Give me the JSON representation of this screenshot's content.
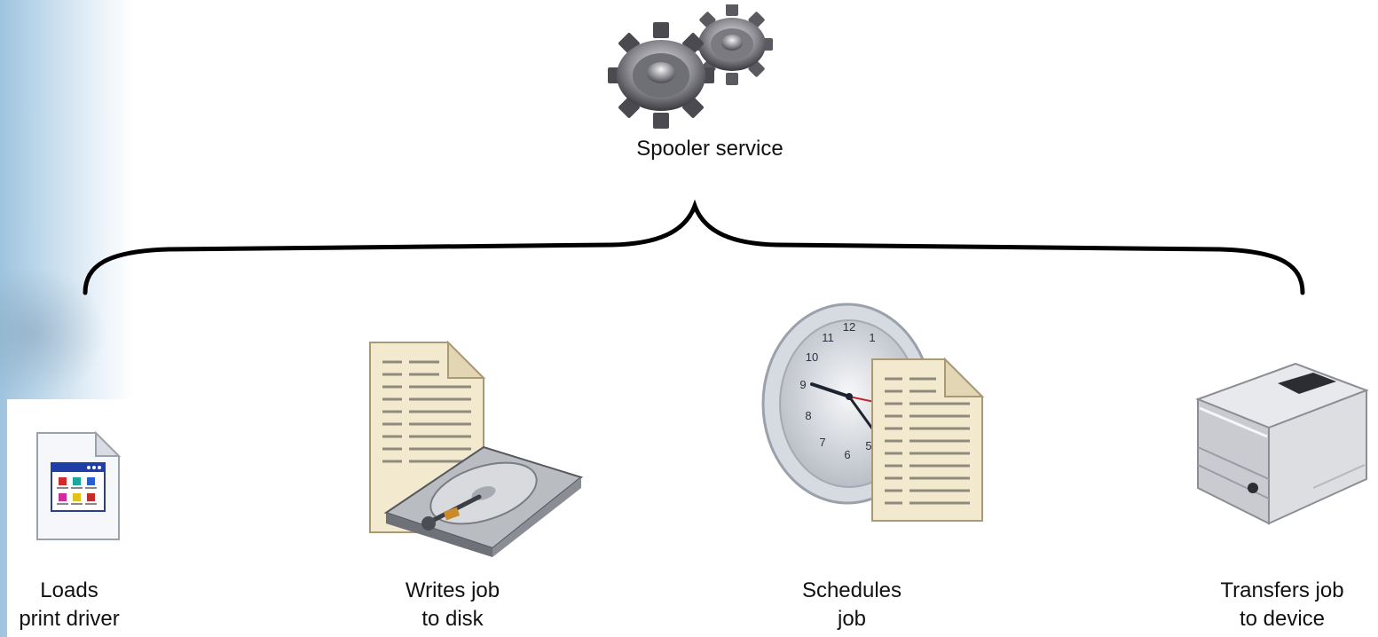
{
  "spooler": {
    "label": "Spooler service",
    "icon": "gears-icon"
  },
  "tasks": [
    {
      "line1": "Loads",
      "line2": "print driver",
      "icon": "driver-file-icon"
    },
    {
      "line1": "Writes job",
      "line2": "to disk",
      "icon": "document-hard-disk-icon"
    },
    {
      "line1": "Schedules",
      "line2": "job",
      "icon": "clock-document-icon"
    },
    {
      "line1": "Transfers job",
      "line2": "to device",
      "icon": "printer-icon"
    }
  ]
}
